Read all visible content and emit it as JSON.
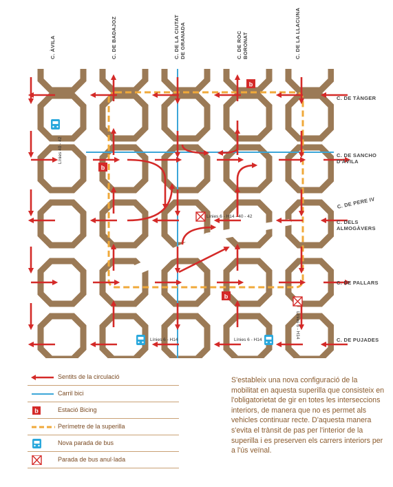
{
  "streets_vertical": [
    "C. ÀVILA",
    "C. DE BADAJOZ",
    "C. DE LA CIUTAT DE GRANADA",
    "C. DE ROC BORONAT",
    "C. DE LA LLACUNA"
  ],
  "streets_horizontal": [
    "C. DE TÀNGER",
    "C. DE SANCHO D'ÀVILA",
    "C. DE PERE IV",
    "C. DELS ALMOGÀVERS",
    "C. DE PALLARS",
    "C. DE PUJADES"
  ],
  "map_labels": {
    "bus_left_vertical": "Línies 40 - 42",
    "removed_center": "Línies 6 - H14 - 40 - 42",
    "bus_bottom_left": "Línies 6 - H14",
    "bus_bottom_right": "Línies 6 - H14",
    "removed_right_vertical": "Línies 6 - H14"
  },
  "legend": [
    {
      "label": "Sentits de la circulació",
      "icon": "arrow-icon",
      "color": "#d42a28"
    },
    {
      "label": "Carril bici",
      "icon": "line-icon",
      "color": "#3ca6d8"
    },
    {
      "label": "Estació Bicing",
      "icon": "bicing-icon",
      "color": "#d42a28"
    },
    {
      "label": "Perímetre de la superilla",
      "icon": "dashed-line-icon",
      "color": "#f0a93a"
    },
    {
      "label": "Nova parada de bus",
      "icon": "bus-icon",
      "color": "#2aa8dc"
    },
    {
      "label": "Parada de bus anul·lada",
      "icon": "cancelled-bus-icon",
      "color": "#d42a28"
    }
  ],
  "description": "S'estableix una nova configuració de la mobilitat en aquesta superilla que consisteix en l'obligatorietat de gir en totes les interseccions interiors, de manera que no es permet als vehicles continuar recte.  D'aquesta manera s'evita el trànsit de pas per l'interior de la superilla i es preserven els carrers interiors per a l'ús veïnal.",
  "colors": {
    "block": "#9b7a56",
    "arrow": "#d42a28",
    "bike": "#3ca6d8",
    "perimeter": "#f0a93a",
    "bus": "#2aa8dc",
    "text_brown": "#8a5a2c"
  }
}
